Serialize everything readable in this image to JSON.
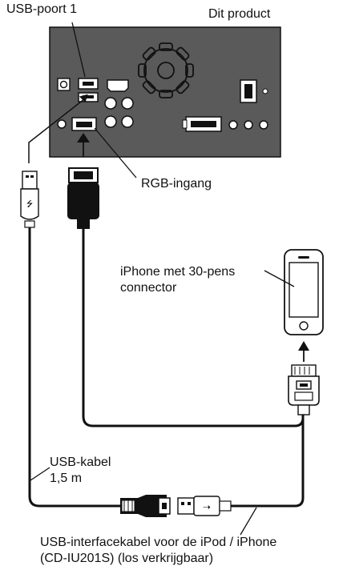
{
  "labels": {
    "product": "Dit product",
    "usb_port": "USB-poort 1",
    "rgb_input": "RGB-ingang",
    "iphone_line1": "iPhone met 30-pens",
    "iphone_line2": "connector",
    "usb_cable_line1": "USB-kabel",
    "usb_cable_line2": "1,5 m",
    "interface_line1": "USB-interfacekabel voor de iPod / iPhone",
    "interface_line2": "(CD-IU201S) (los verkrijgbaar)"
  },
  "colors": {
    "unit_body": "#5a5a5a",
    "line": "#111111",
    "port_fill": "#ffffff"
  }
}
